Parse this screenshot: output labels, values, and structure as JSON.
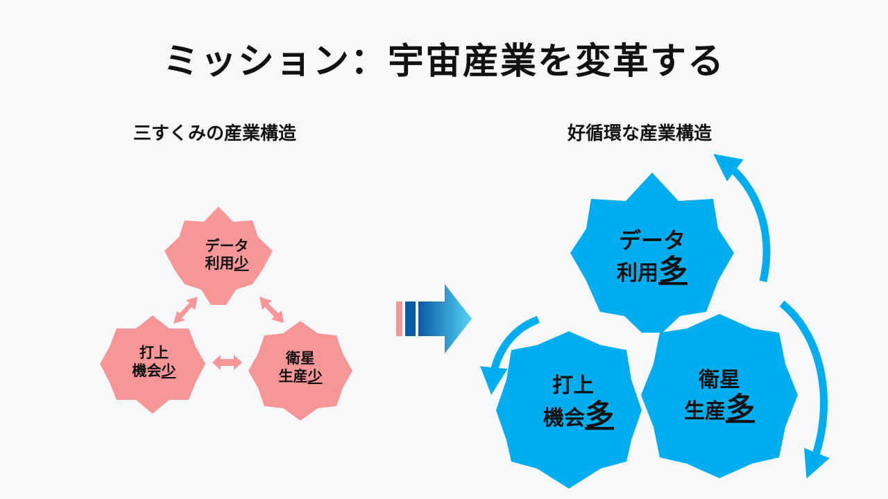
{
  "title": "ミッション：宇宙産業を変革する",
  "left_panel": {
    "heading": "三すくみの産業構造",
    "color": "#f79696",
    "gears": {
      "data": {
        "line1": "データ",
        "line2_base": "利用",
        "line2_emph": "少"
      },
      "launch": {
        "line1": "打上",
        "line2_base": "機会",
        "line2_emph": "少"
      },
      "satellite": {
        "line1": "衛星",
        "line2_base": "生産",
        "line2_emph": "少"
      }
    }
  },
  "right_panel": {
    "heading": "好循環な産業構造",
    "color": "#00adee",
    "gears": {
      "data": {
        "line1": "データ",
        "line2_base": "利用",
        "line2_emph": "多"
      },
      "launch": {
        "line1": "打上",
        "line2_base": "機会",
        "line2_emph": "多"
      },
      "satellite": {
        "line1": "衛星",
        "line2_base": "生産",
        "line2_emph": "多"
      }
    }
  },
  "transition_arrow": {
    "colors": [
      "#f79696",
      "#0a5aa5",
      "#1e7fd0",
      "#55d4f5"
    ]
  }
}
